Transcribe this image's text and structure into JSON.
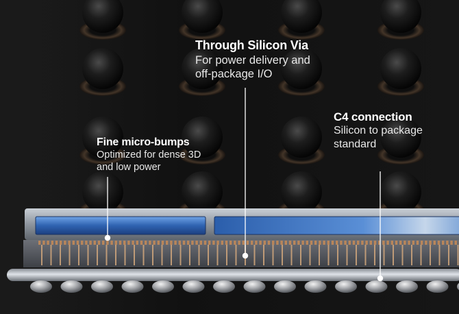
{
  "callouts": {
    "micro_bumps": {
      "title": "Fine micro-bumps",
      "description": "Optimized for dense 3D and low power"
    },
    "tsv": {
      "title": "Through Silicon Via",
      "description": "For power delivery and off-package I/O"
    },
    "c4": {
      "title": "C4 connection",
      "description": "Silicon to package standard"
    }
  },
  "colors": {
    "background": "#151515",
    "die_blue": "#3a72c0",
    "callout_line": "#ffffff",
    "copper_bump": "#b9865a"
  }
}
